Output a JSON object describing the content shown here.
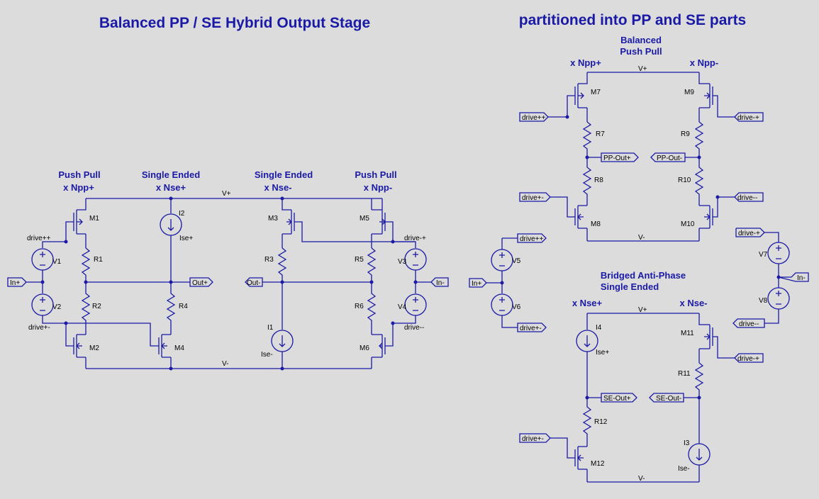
{
  "titles": {
    "main": "Balanced PP / SE Hybrid Output Stage",
    "partition": "partitioned into PP and SE parts"
  },
  "left": {
    "hdr_pp_left": [
      "Push Pull",
      "x Npp+"
    ],
    "hdr_se_left": [
      "Single Ended",
      "x Nse+"
    ],
    "hdr_se_right": [
      "Single Ended",
      "x Nse-"
    ],
    "hdr_pp_right": [
      "Push Pull",
      "x Npp-"
    ],
    "vplus": "V+",
    "vminus": "V-",
    "mosfets": [
      "M1",
      "M2",
      "M3",
      "M4",
      "M5",
      "M6"
    ],
    "resistors": [
      "R1",
      "R2",
      "R3",
      "R4",
      "R5",
      "R6"
    ],
    "sources": [
      "V1",
      "V2",
      "V3",
      "V4"
    ],
    "currents": [
      "I1",
      "I2"
    ],
    "current_labels": [
      "Ise-",
      "Ise+"
    ],
    "drives": [
      "drive++",
      "drive+-",
      "drive-+",
      "drive--"
    ],
    "ports": [
      "In+",
      "In-",
      "Out+",
      "Out-"
    ]
  },
  "right_pp": {
    "title": [
      "Balanced",
      "Push Pull"
    ],
    "multipliers": [
      "x Npp+",
      "x Npp-"
    ],
    "vplus": "V+",
    "vminus": "V-",
    "mosfets": [
      "M7",
      "M8",
      "M9",
      "M10"
    ],
    "resistors": [
      "R7",
      "R8",
      "R9",
      "R10"
    ],
    "ports": [
      "PP-Out+",
      "PP-Out-"
    ],
    "drives": [
      "drive++",
      "drive+-",
      "drive-+",
      "drive--"
    ]
  },
  "right_src": {
    "sources": [
      "V5",
      "V6",
      "V7",
      "V8"
    ],
    "ports": [
      "In+",
      "In-"
    ],
    "drives": [
      "drive++",
      "drive+-",
      "drive-+",
      "drive--"
    ]
  },
  "right_se": {
    "title": [
      "Bridged Anti-Phase",
      "Single Ended"
    ],
    "multipliers": [
      "x Nse+",
      "x Nse-"
    ],
    "vplus": "V+",
    "vminus": "V-",
    "mosfets": [
      "M11",
      "M12"
    ],
    "resistors": [
      "R11",
      "R12"
    ],
    "currents": [
      "I3",
      "I4"
    ],
    "current_labels": [
      "Ise-",
      "Ise+"
    ],
    "ports": [
      "SE-Out+",
      "SE-Out-"
    ],
    "drives": [
      "drive-+",
      "drive+-"
    ]
  }
}
